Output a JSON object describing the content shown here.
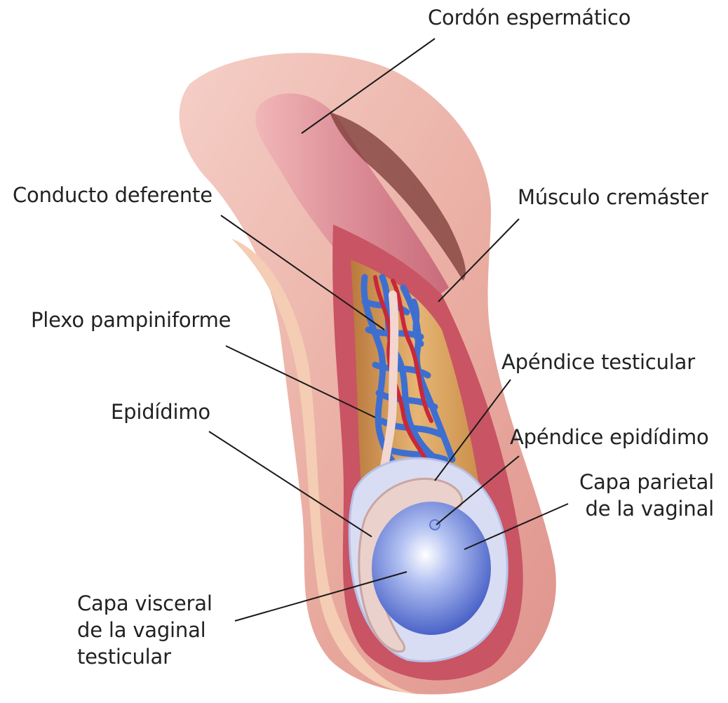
{
  "labels": {
    "cordon_espermatico": "Cordón espermático",
    "conducto_deferente": "Conducto deferente",
    "musculo_cremaster": "Músculo cremáster",
    "plexo_pampiniforme": "Plexo pampiniforme",
    "apendice_testicular": "Apéndice testicular",
    "epididimo": "Epidídimo",
    "apendice_epididimo": "Apéndice epidídimo",
    "capa_parietal": [
      "Capa parietal",
      "de la vaginal"
    ],
    "capa_visceral": [
      "Capa visceral",
      "de la vaginal",
      "testicular"
    ]
  },
  "colors": {
    "outer_tissue": "#e8a79a",
    "cord": "#d98a93",
    "muscle_layer": "#c95463",
    "fat": "#d9a25e",
    "vein": "#3e6fd0",
    "artery": "#c8283a",
    "testis": "#8fa3e6",
    "epididymis": "#e9c9c6",
    "leader_line": "#1a1a1a"
  }
}
